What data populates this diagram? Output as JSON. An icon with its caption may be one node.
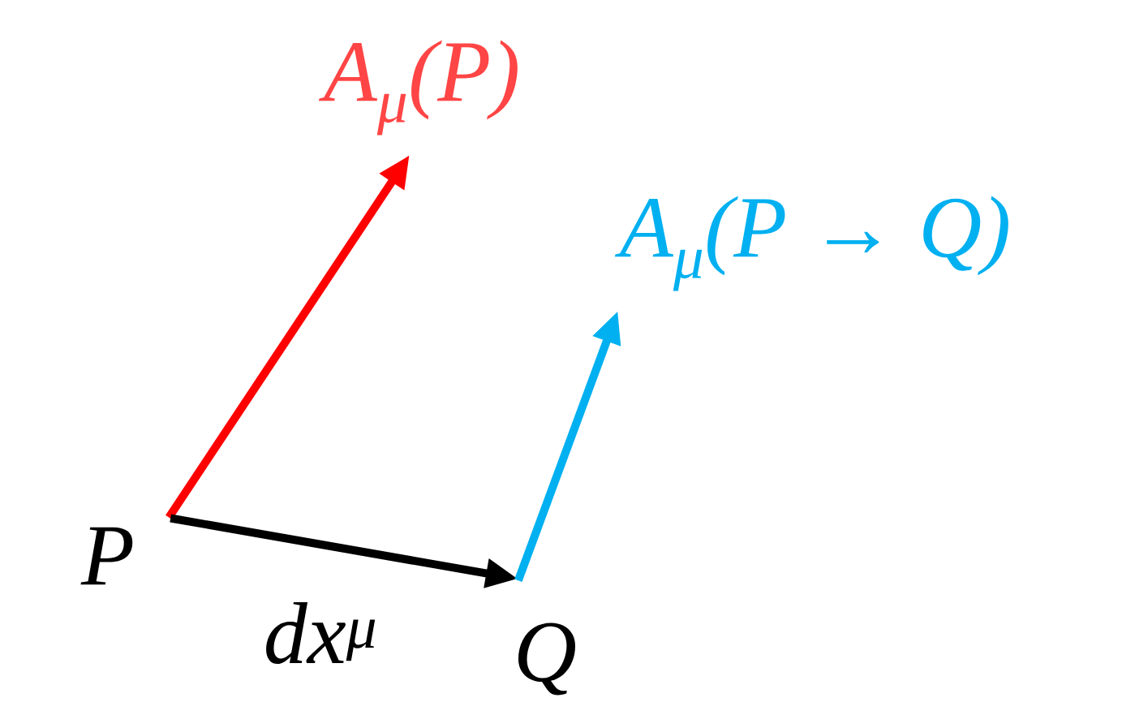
{
  "diagram": {
    "nodes": [
      {
        "text": [
          "A$_{μ}$(P)"
        ]
      },
      {
        "text": [
          "A$_{μ}$(P → Q)"
        ]
      },
      {
        "text": [
          "P"
        ]
      },
      {
        "text": [
          "Q"
        ]
      }
    ],
    "edges": [
      {
        "from": 2,
        "to": 0,
        "arrow": "to",
        "color": "#ff0000"
      },
      {
        "from": 2,
        "to": 3,
        "arrow": "to",
        "label": "dx$^{μ}$",
        "color": "#000000"
      },
      {
        "from": 3,
        "to": 1,
        "arrow": "to",
        "color": "#00b0f0"
      }
    ]
  }
}
